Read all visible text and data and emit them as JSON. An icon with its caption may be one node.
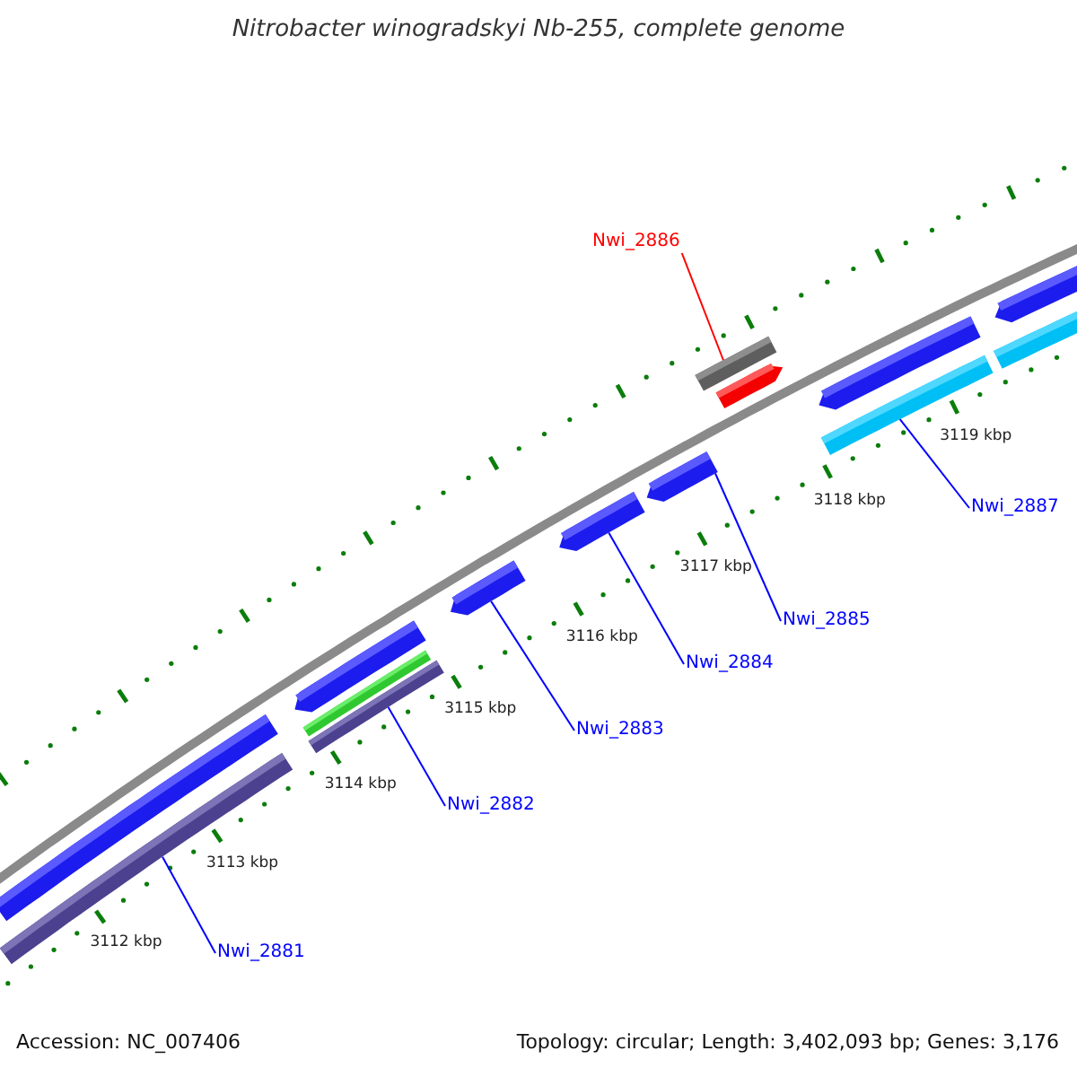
{
  "diagram": {
    "title": "Nitrobacter winogradskyi Nb-255, complete genome",
    "nodes": [
      {
        "text": [
          "Nwi_2886"
        ]
      },
      {
        "text": [
          "Nwi_2887"
        ]
      },
      {
        "text": [
          "Nwi_2885"
        ]
      },
      {
        "text": [
          "Nwi_2884"
        ]
      },
      {
        "text": [
          "Nwi_2883"
        ]
      },
      {
        "text": [
          "Nwi_2882"
        ]
      },
      {
        "text": [
          "Nwi_2881"
        ]
      },
      {
        "text": [],
        "shape": "bar"
      },
      {
        "text": [],
        "shape": "bar"
      },
      {
        "text": [],
        "shape": "arrow"
      },
      {
        "text": [],
        "shape": "bar"
      },
      {
        "text": [],
        "shape": "bar"
      },
      {
        "text": [],
        "shape": "arrow"
      },
      {
        "text": [],
        "shape": "arrow"
      },
      {
        "text": [],
        "shape": "arrow"
      },
      {
        "text": [],
        "shape": "bar"
      },
      {
        "text": [],
        "shape": "arrow"
      },
      {
        "text": [],
        "shape": "arrow"
      },
      {
        "text": [],
        "shape": "bar"
      },
      {
        "text": [],
        "shape": "arrow"
      },
      {
        "text": [],
        "shape": "bar"
      }
    ],
    "edges": [
      {
        "from": 0,
        "to": 15,
        "arrow": "none",
        "color": "#ff0000"
      },
      {
        "from": 1,
        "to": 18,
        "arrow": "none"
      },
      {
        "from": 2,
        "to": 14,
        "arrow": "none"
      },
      {
        "from": 3,
        "to": 13,
        "arrow": "none"
      },
      {
        "from": 4,
        "to": 12,
        "arrow": "none"
      },
      {
        "from": 5,
        "to": 11,
        "arrow": "none"
      },
      {
        "from": 6,
        "to": 8,
        "arrow": "none"
      }
    ],
    "labels": [
      "3119 kbp",
      "3118 kbp",
      "3117 kbp",
      "3116 kbp",
      "3115 kbp",
      "3114 kbp",
      "3113 kbp",
      "3112 kbp",
      "Accession: NC_007406",
      "Topology: circular; Length: 3,402,093 bp; Genes: 3,176"
    ]
  }
}
